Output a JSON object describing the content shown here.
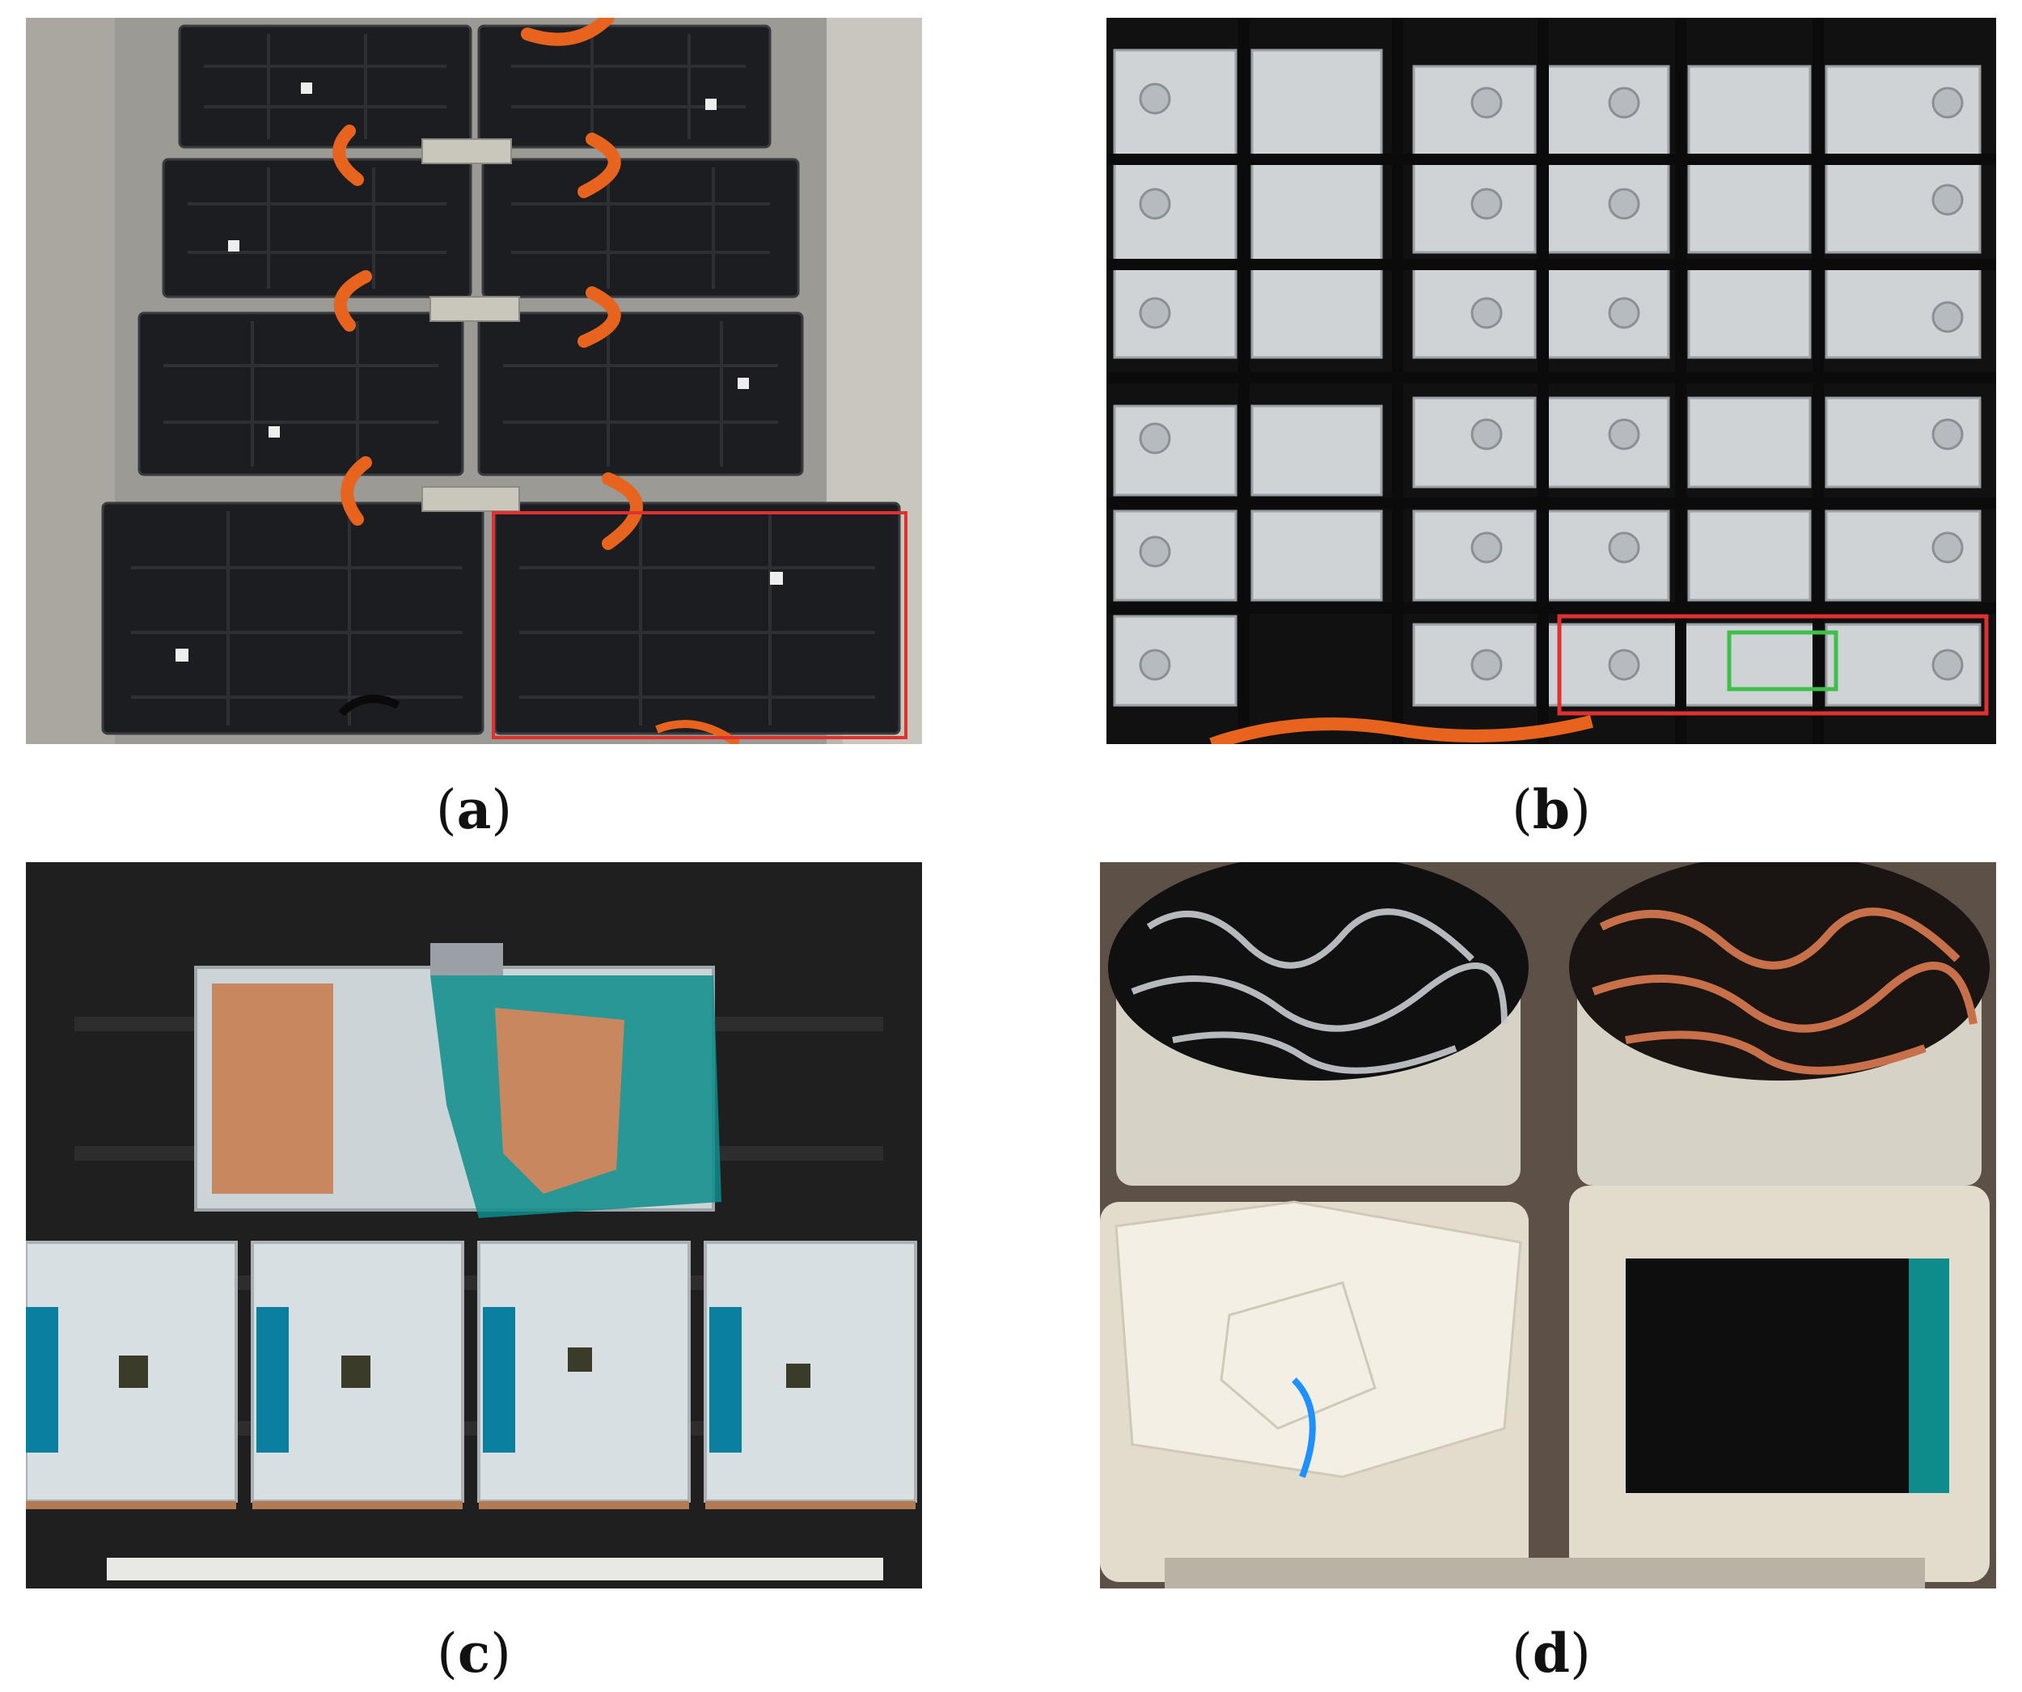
{
  "figure": {
    "panels": [
      {
        "id": "a",
        "label_open": "(",
        "letter": "a",
        "label_close": ")"
      },
      {
        "id": "b",
        "label_open": "(",
        "letter": "b",
        "label_close": ")"
      },
      {
        "id": "c",
        "label_open": "(",
        "letter": "c",
        "label_close": ")"
      },
      {
        "id": "d",
        "label_open": "(",
        "letter": "d",
        "label_close": ")"
      }
    ],
    "colors": {
      "highlight_red": "#e03030",
      "highlight_green": "#3cc04a",
      "cable_orange": "#e8641e",
      "copper": "#c8875e",
      "teal_film": "#0e8c8c",
      "cell_foil": "#cfd6dc"
    }
  }
}
